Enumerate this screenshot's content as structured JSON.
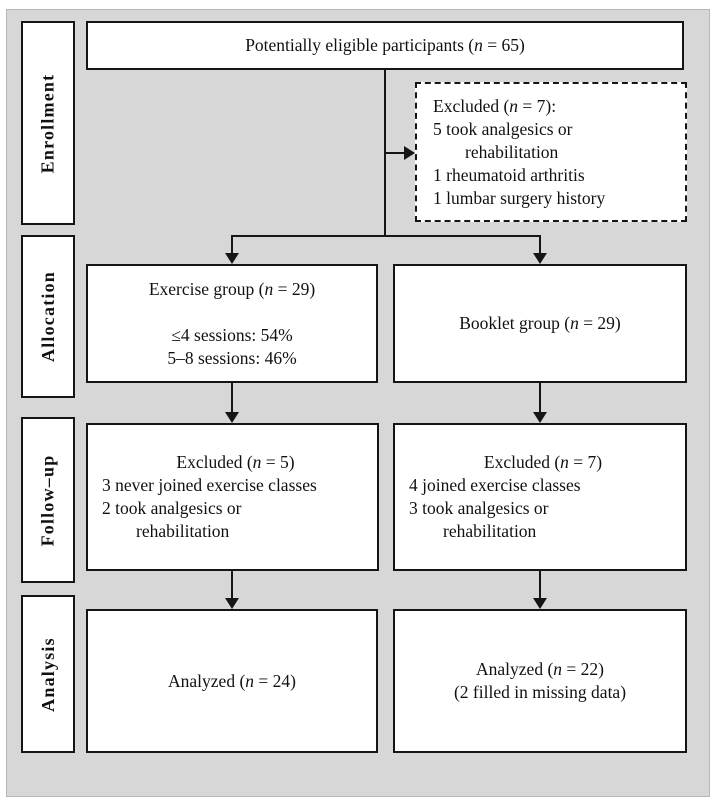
{
  "colors": {
    "panel_bg": "#d7d7d7",
    "box_bg": "#ffffff",
    "box_border": "#151515",
    "text": "#111111"
  },
  "stages": [
    {
      "label": "Enrollment"
    },
    {
      "label": "Allocation"
    },
    {
      "label": "Follow–up"
    },
    {
      "label": "Analysis"
    }
  ],
  "boxes": {
    "eligible": {
      "lines": [
        {
          "pre": "Potentially eligible participants (",
          "it": "n",
          "post": " = 65)",
          "align": "center"
        }
      ]
    },
    "excluded_enrollment": {
      "lines": [
        {
          "pre": "Excluded (",
          "it": "n",
          "post": " = 7):"
        },
        {
          "pre": "5 took analgesics or"
        },
        {
          "pre": "rehabilitation",
          "indent": true
        },
        {
          "pre": "1 rheumatoid arthritis"
        },
        {
          "pre": "1 lumbar surgery history"
        }
      ]
    },
    "exercise_group": {
      "lines": [
        {
          "pre": "Exercise group (",
          "it": "n",
          "post": " = 29)",
          "align": "center"
        },
        {
          "pre": "",
          "align": "center"
        },
        {
          "pre": "≤4 sessions: 54%",
          "align": "center"
        },
        {
          "pre": "5–8 sessions: 46%",
          "align": "center"
        }
      ]
    },
    "booklet_group": {
      "lines": [
        {
          "pre": "Booklet group (",
          "it": "n",
          "post": " = 29)",
          "align": "center"
        }
      ]
    },
    "followup_exercise": {
      "lines": [
        {
          "pre": "Excluded (",
          "it": "n",
          "post": " = 5)",
          "align": "center"
        },
        {
          "pre": "3 never joined exercise classes"
        },
        {
          "pre": "2 took analgesics or"
        },
        {
          "pre": "rehabilitation",
          "indent": true
        }
      ]
    },
    "followup_booklet": {
      "lines": [
        {
          "pre": "Excluded (",
          "it": "n",
          "post": " = 7)",
          "align": "center"
        },
        {
          "pre": "4 joined exercise classes"
        },
        {
          "pre": "3 took analgesics or"
        },
        {
          "pre": "rehabilitation",
          "indent": true
        }
      ]
    },
    "analysis_exercise": {
      "lines": [
        {
          "pre": "Analyzed (",
          "it": "n",
          "post": " = 24)",
          "align": "center"
        }
      ]
    },
    "analysis_booklet": {
      "lines": [
        {
          "pre": "Analyzed (",
          "it": "n",
          "post": " = 22)",
          "align": "center"
        },
        {
          "pre": "(2 filled in missing data)",
          "align": "center"
        }
      ]
    }
  }
}
